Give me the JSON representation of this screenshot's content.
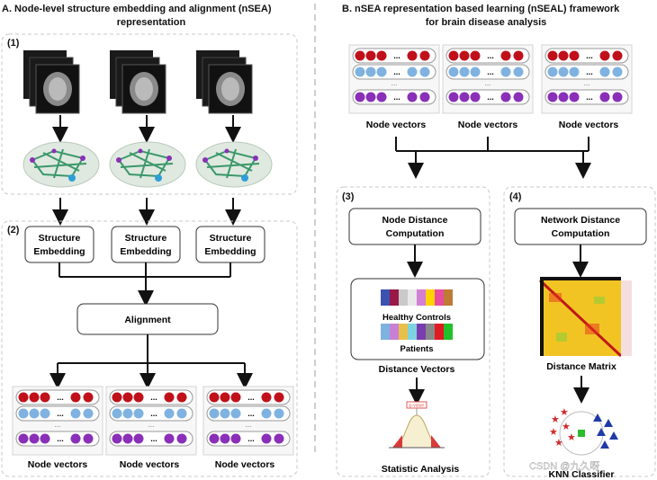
{
  "panel_a": {
    "title_line1": "A. Node-level structure embedding and alignment (nSEA)",
    "title_line2": "representation",
    "step1_label": "(1)",
    "step2_label": "(2)",
    "struct_line1": "Structure",
    "struct_line2": "Embedding",
    "alignment_label": "Alignment",
    "node_vectors_label": "Node vectors"
  },
  "panel_b": {
    "title_line1": "B.  nSEA representation based learning (nSEAL) framework",
    "title_line2": "for brain disease analysis",
    "node_vectors_label": "Node vectors",
    "step3_label": "(3)",
    "step4_label": "(4)",
    "node_distance_line1": "Node Distance",
    "node_distance_line2": "Computation",
    "network_distance_line1": "Network Distance",
    "network_distance_line2": "Computation",
    "healthy_controls_label": "Healthy Controls",
    "patients_label": "Patients",
    "distance_vectors_label": "Distance Vectors",
    "distance_matrix_label": "Distance Matrix",
    "statistic_analysis_label": "Statistic Analysis",
    "knn_label": "KNN Classifier",
    "p_value_label": "p-value"
  },
  "vector_card": {
    "ellipsis": "...",
    "dots": "..."
  },
  "watermark": "CSDN @九久呀",
  "colors": {
    "red": "#c0101a",
    "blue": "#7fb2e0",
    "purple": "#8a2fb8",
    "dash": "#c8c8c8",
    "arrow": "#111111"
  },
  "healthy_colors": [
    "#3b52b0",
    "#9a1848",
    "#c9c9c9",
    "#e8e8e8",
    "#d27fd6",
    "#ffd200",
    "#e94ba0",
    "#bd7b36"
  ],
  "patient_colors": [
    "#7fb2e0",
    "#c87fd6",
    "#e8c048",
    "#7fd3e0",
    "#7a3db0",
    "#888888",
    "#e01b24",
    "#22c02a"
  ]
}
